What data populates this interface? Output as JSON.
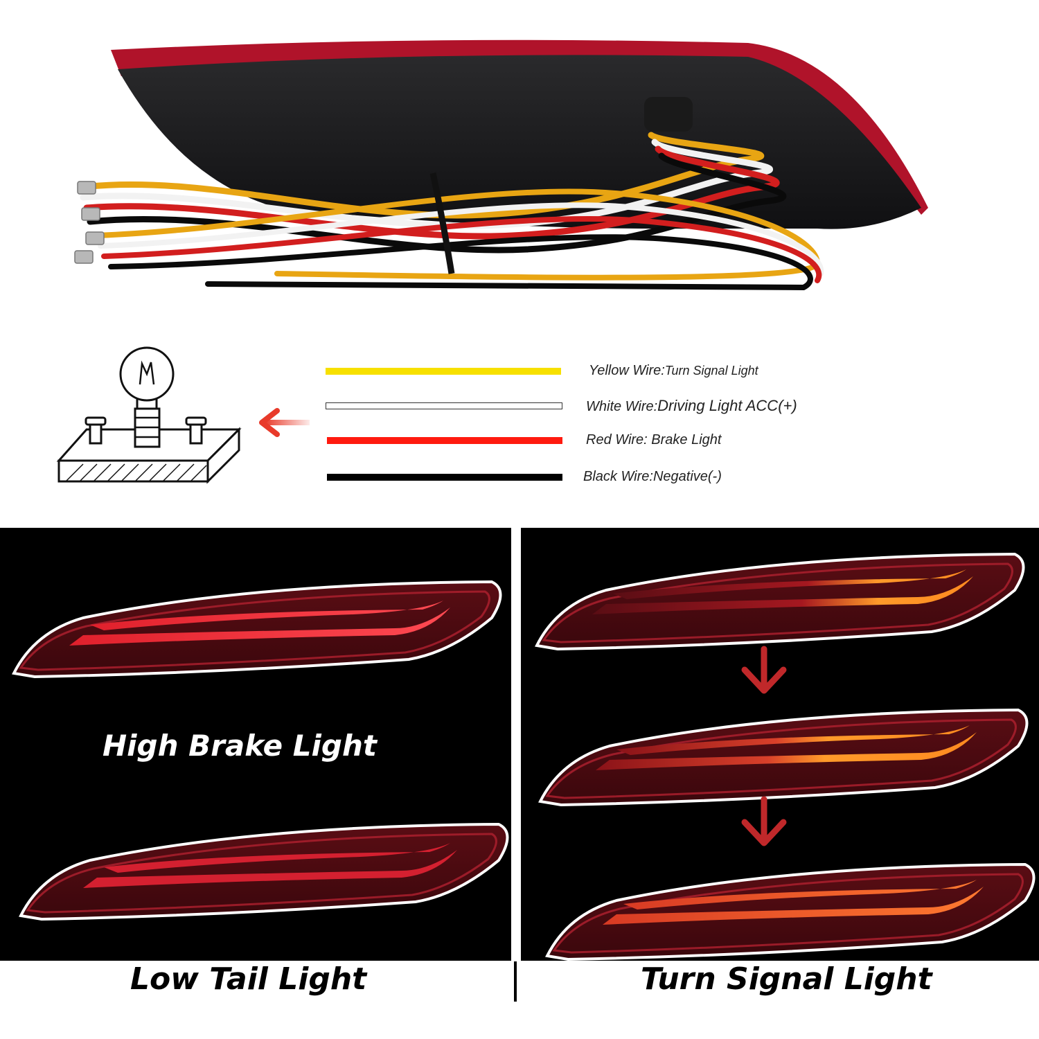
{
  "legend": {
    "items": [
      {
        "wire": "Yellow Wire:",
        "function": "Turn Signal Light",
        "color": "#f7e000"
      },
      {
        "wire": "White Wire:",
        "function": "Driving Light ACC(+)",
        "color": "#ffffff"
      },
      {
        "wire": "Red Wire: ",
        "function": "Brake Light",
        "color": "#ff1a0f"
      },
      {
        "wire": "Black Wire:",
        "function": "Negative(-)",
        "color": "#000000"
      }
    ]
  },
  "panels": {
    "left_caption_high": "High Brake Light",
    "left_caption_low": "Low Tail Light",
    "right_caption": "Turn Signal Light"
  },
  "colors": {
    "panel_bg": "#000000",
    "lamp_red": "#e0202c",
    "turn_amber": "#ff9a2a",
    "arrow": "#c0282a"
  }
}
